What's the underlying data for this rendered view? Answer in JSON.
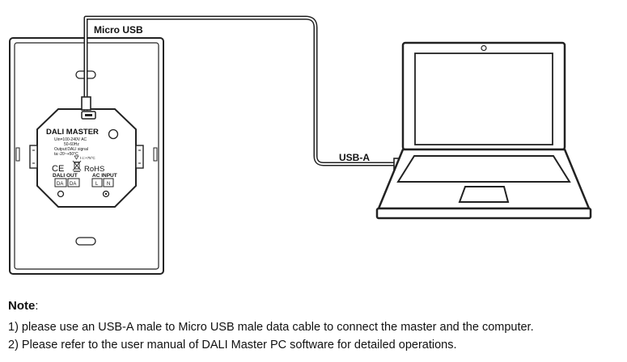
{
  "labels": {
    "micro_usb": "Micro USB",
    "usb_a": "USB-A"
  },
  "module": {
    "name": "DALI MASTER",
    "spec_line1": "Uin=100-240V AC",
    "spec_line2": "50-60Hz",
    "spec_line3": "Output:DALI signal",
    "spec_line4": "ta:-20~+50°C",
    "temp_mark": "t c:+75°C",
    "ce_mark": "CE",
    "rohs_mark": "RoHS",
    "dali_out_label": "DALI OUT",
    "ac_input_label": "AC INPUT",
    "terminal_da1": "DA",
    "terminal_da2": "DA",
    "terminal_l": "L",
    "terminal_n": "N"
  },
  "notes": {
    "title": "Note",
    "colon": ":",
    "line1": "1) please use an USB-A male to Micro USB male data cable to connect the master and the computer.",
    "line2": "2) Please refer to the user manual of DALI Master PC software for detailed operations."
  }
}
